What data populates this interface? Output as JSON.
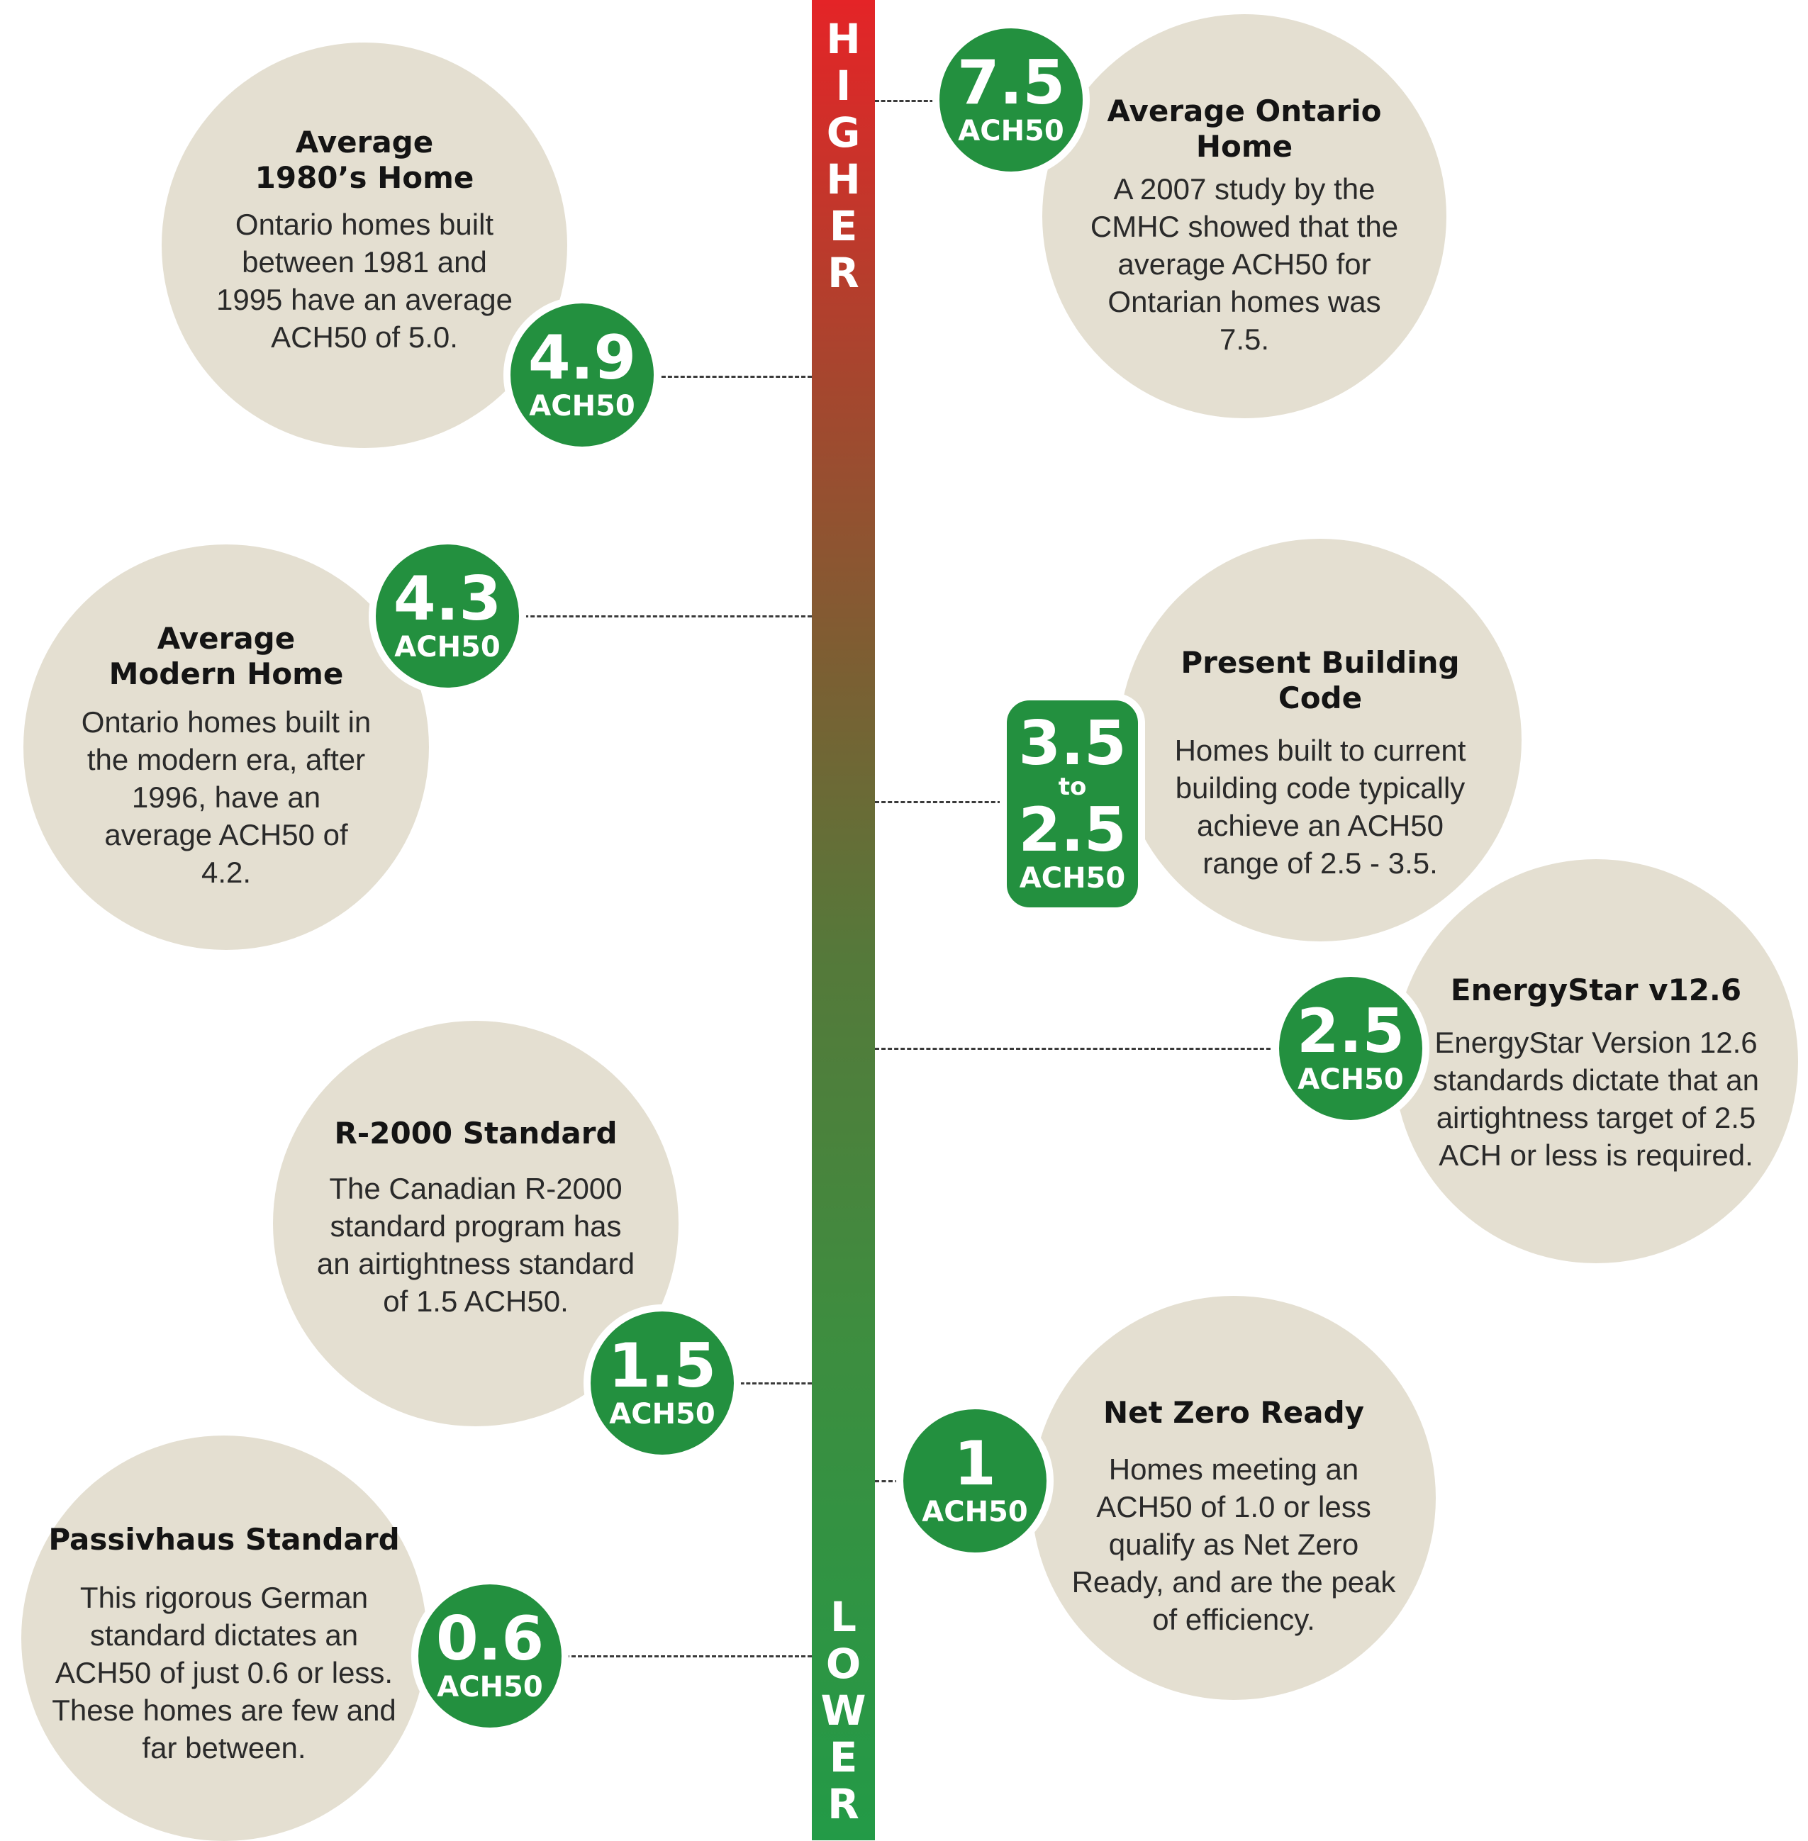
{
  "scale": {
    "top_label": "HIGHER",
    "bottom_label": "LOWER",
    "colors": {
      "top": "#e42427",
      "bottom": "#239a47"
    }
  },
  "colors": {
    "bubble": "#e4dfd1",
    "badge": "#23903f"
  },
  "items": [
    {
      "id": "avg-ontario",
      "title": "Average Ontario Home",
      "description": "A 2007 study by the CMHC showed that the average ACH50 for Ontarian homes was 7.5.",
      "value": "7.5",
      "unit": "ACH50"
    },
    {
      "id": "avg-1980s",
      "title": "Average 1980’s Home",
      "description": "Ontario homes built between 1981 and 1995 have an average ACH50 of 5.0.",
      "value": "4.9",
      "unit": "ACH50"
    },
    {
      "id": "avg-modern",
      "title": "Average Modern Home",
      "description": "Ontario homes built in the modern era, after 1996, have an average ACH50 of 4.2.",
      "value": "4.3",
      "unit": "ACH50"
    },
    {
      "id": "building-code",
      "title": "Present Building Code",
      "description": "Homes built to current building code typically achieve an ACH50 range of 2.5 - 3.5.",
      "value_high": "3.5",
      "value_join": "to",
      "value_low": "2.5",
      "unit": "ACH50"
    },
    {
      "id": "energystar",
      "title": "EnergyStar v12.6",
      "description": "EnergyStar Version 12.6 standards dictate that an airtightness target of 2.5 ACH or less is required.",
      "value": "2.5",
      "unit": "ACH50"
    },
    {
      "id": "r2000",
      "title": "R-2000 Standard",
      "description": "The Canadian R-2000 standard program has an airtightness standard of 1.5 ACH50.",
      "value": "1.5",
      "unit": "ACH50"
    },
    {
      "id": "net-zero",
      "title": "Net Zero Ready",
      "description": "Homes meeting an ACH50 of 1.0 or less qualify as Net Zero Ready, and are the peak of efficiency.",
      "value": "1",
      "unit": "ACH50"
    },
    {
      "id": "passivhaus",
      "title": "Passivhaus Standard",
      "description": "This rigorous German standard dictates an ACH50 of just 0.6 or less. These homes are few and far between.",
      "value": "0.6",
      "unit": "ACH50"
    }
  ]
}
